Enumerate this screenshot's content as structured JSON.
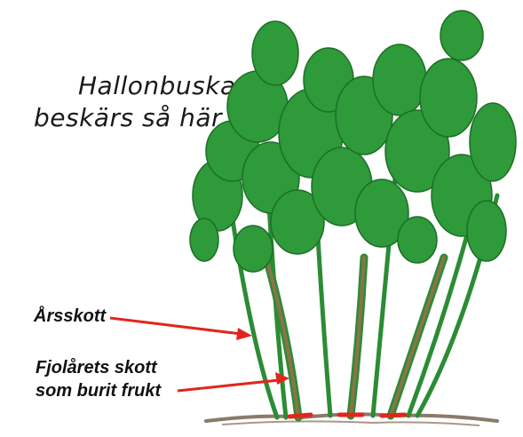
{
  "title": {
    "line1": "Hallonbuskarna",
    "line2": "beskärs så här."
  },
  "labels": {
    "new_shoots": "Årsskott",
    "old_shoots_line1": "Fjolårets skott",
    "old_shoots_line2": "som burit frukt"
  },
  "colors": {
    "leaf": "#2e9a3a",
    "leaf_dark": "#1d6e26",
    "stem": "#2b8c35",
    "old_stem": "#8a7348",
    "arrow": "#e0261c",
    "cut_mark": "#e0261c",
    "soil": "#8b7a6a"
  }
}
